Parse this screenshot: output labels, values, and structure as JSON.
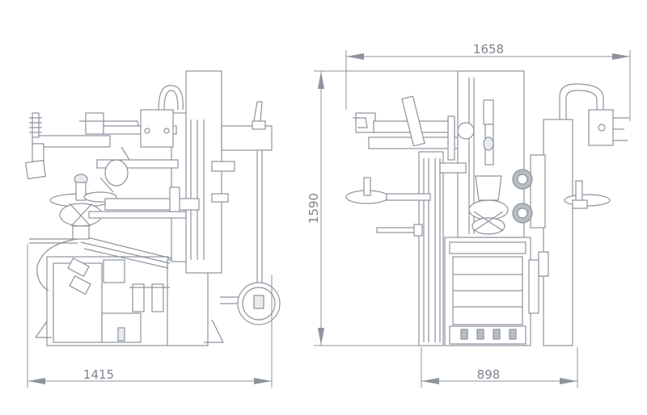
{
  "dimensions": {
    "side_width": "1415",
    "front_width": "898",
    "total_width": "1658",
    "height": "1590"
  },
  "colors": {
    "line": "#8c939c",
    "fill_light": "#e9ecef",
    "fill_dark": "#b8bdc3",
    "text": "#7d848c",
    "background": "#ffffff"
  }
}
